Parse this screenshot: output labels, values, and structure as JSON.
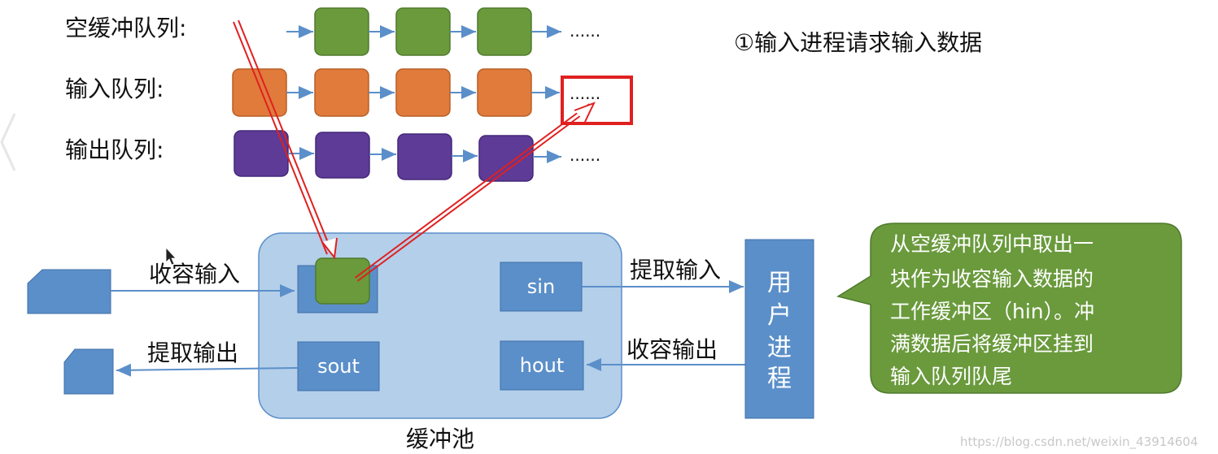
{
  "queues": {
    "empty": {
      "label": "空缓冲队列:",
      "color": "#6a9a3c",
      "ellipsis": "......"
    },
    "input": {
      "label": "输入队列:",
      "color": "#e07b3c",
      "ellipsis": "......"
    },
    "output": {
      "label": "输出队列:",
      "color": "#5d3b96",
      "ellipsis": "......"
    }
  },
  "step_title": "①输入进程请求输入数据",
  "pool": {
    "label": "缓冲池",
    "color": "#b4cfea"
  },
  "buffers": {
    "hin": "",
    "sin": "sin",
    "sout": "sout",
    "hout": "hout",
    "color": "#5b8fc9"
  },
  "flows": {
    "accept_input": "收容输入",
    "extract_output": "提取输出",
    "extract_input": "提取输入",
    "accept_output": "收容输出"
  },
  "user_process": {
    "label": "用户进程",
    "chars": [
      "用",
      "户",
      "进",
      "程"
    ]
  },
  "callout": {
    "lines": [
      "从空缓冲队列中取出一",
      "块作为收容输入数据的",
      "工作缓冲区（hin）。冲",
      "满数据后将缓冲区挂到",
      "输入队列队尾"
    ],
    "color": "#6a9a3c"
  },
  "watermark": "https://blog.csdn.net/weixin_43914604",
  "colors": {
    "highlight": "#e02020",
    "arrow": "#5b8fc9"
  }
}
